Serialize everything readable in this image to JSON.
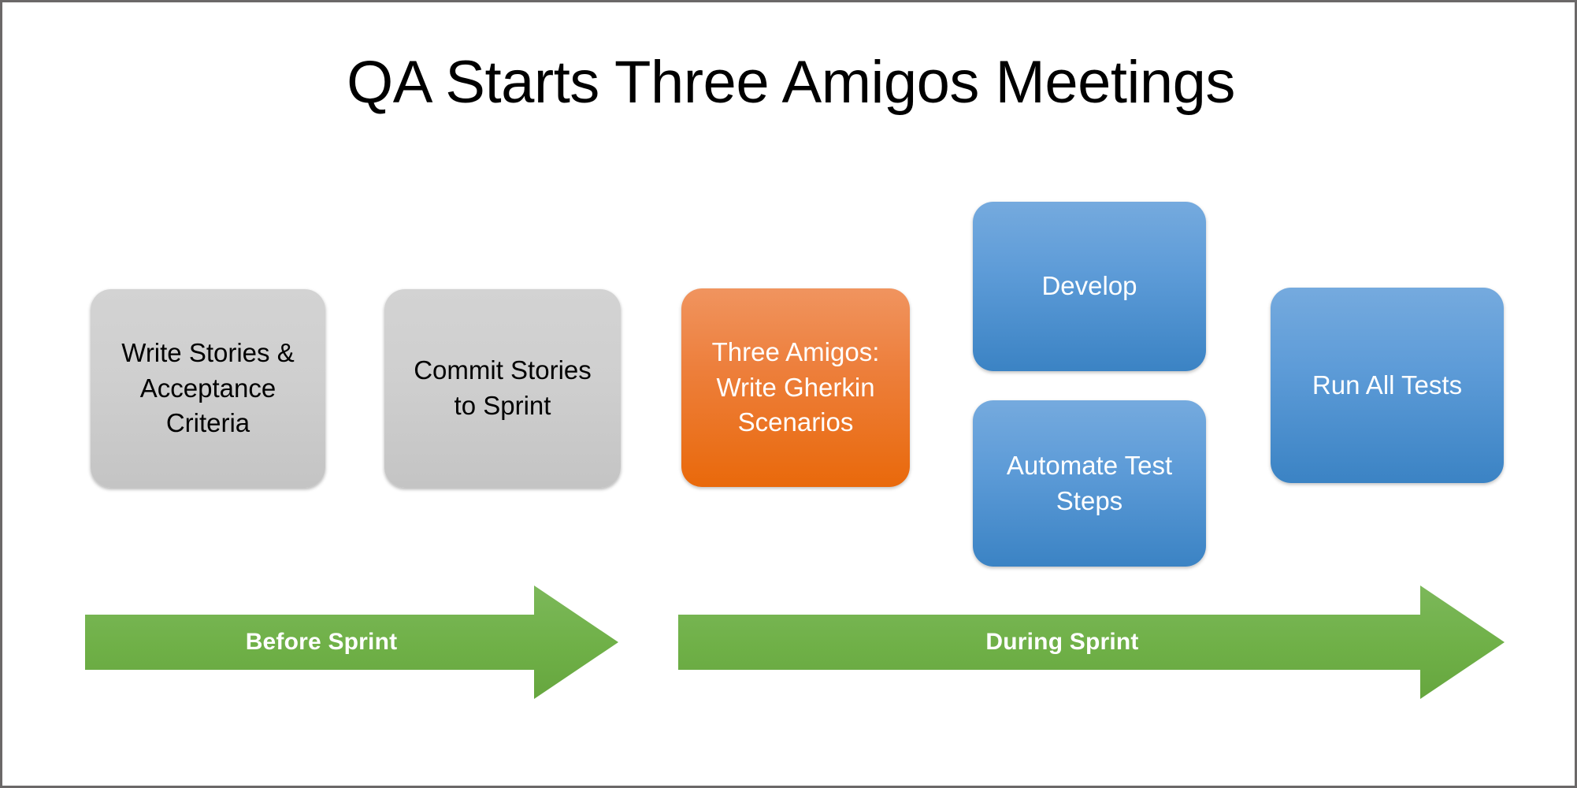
{
  "slide": {
    "title": "QA Starts Three Amigos Meetings",
    "background_color": "#ffffff",
    "border_color": "#6b6868"
  },
  "colors": {
    "gray_box": "#cccccc",
    "orange_box": "#ed7d31",
    "blue_box": "#5b9bd5",
    "green_arrow": "#70ad47",
    "title_text": "#000000"
  },
  "process_boxes": [
    {
      "id": "write-stories",
      "label": "Write Stories &\nAcceptance\nCriteria",
      "color": "#cccccc",
      "phase": "Before Sprint"
    },
    {
      "id": "commit-stories",
      "label": "Commit Stories\nto Sprint",
      "color": "#cccccc",
      "phase": "Before Sprint"
    },
    {
      "id": "three-amigos",
      "label": "Three Amigos:\nWrite Gherkin\nScenarios",
      "color": "#ed7d31",
      "phase": "During Sprint"
    },
    {
      "id": "develop",
      "label": "Develop",
      "color": "#5b9bd5",
      "phase": "During Sprint"
    },
    {
      "id": "automate-test-steps",
      "label": "Automate Test\nSteps",
      "color": "#5b9bd5",
      "phase": "During Sprint"
    },
    {
      "id": "run-all-tests",
      "label": "Run All Tests",
      "color": "#5b9bd5",
      "phase": "During Sprint"
    }
  ],
  "phase_arrows": [
    {
      "id": "before-sprint",
      "label": "Before Sprint",
      "color": "#70ad47",
      "direction": "right"
    },
    {
      "id": "during-sprint",
      "label": "During Sprint",
      "color": "#70ad47",
      "direction": "right"
    }
  ]
}
